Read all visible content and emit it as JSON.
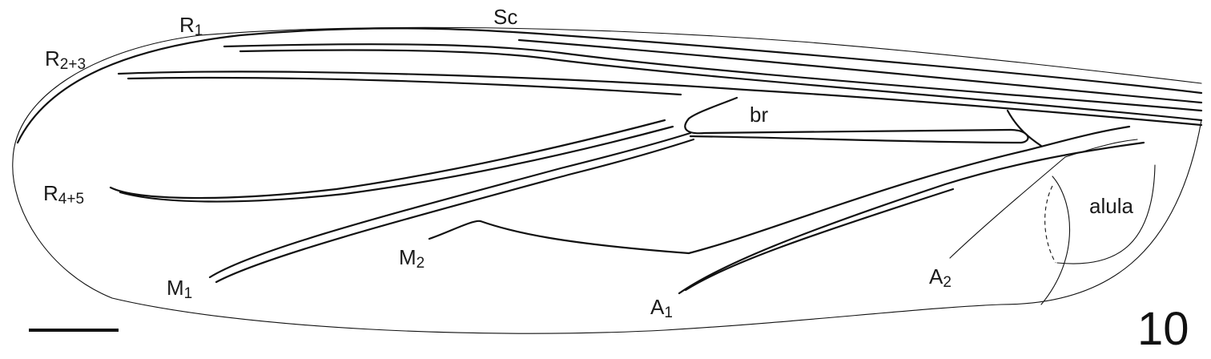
{
  "figure": {
    "number": "10",
    "labels": {
      "r1": {
        "base": "R",
        "sub": "1"
      },
      "sc": {
        "base": "Sc",
        "sub": ""
      },
      "r23": {
        "base": "R",
        "sub": "2+3"
      },
      "br": {
        "base": "br",
        "sub": ""
      },
      "r45": {
        "base": "R",
        "sub": "4+5"
      },
      "alula": {
        "base": "alula",
        "sub": ""
      },
      "m1": {
        "base": "M",
        "sub": "1"
      },
      "m2": {
        "base": "M",
        "sub": "2"
      },
      "a1": {
        "base": "A",
        "sub": "1"
      },
      "a2": {
        "base": "A",
        "sub": "2"
      }
    }
  },
  "colors": {
    "ink": "#111111",
    "background": "#ffffff"
  }
}
